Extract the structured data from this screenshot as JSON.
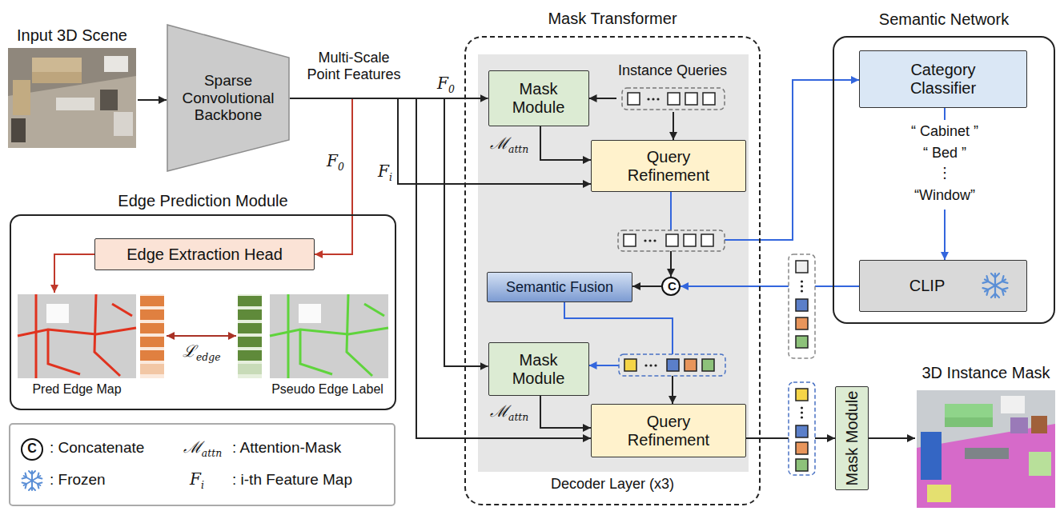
{
  "diagram": {
    "nodes": [
      {
        "text": [
          "Input 3D Scene"
        ]
      },
      {
        "text": [
          "Sparse Convolutional Backbone"
        ]
      },
      {
        "text": [
          "Mask Transformer",
          "Decoder Layer (x3)"
        ]
      },
      {
        "text": [
          "Mask Module"
        ],
        "in": 2
      },
      {
        "text": [
          "Instance Queries"
        ],
        "in": 2
      },
      {
        "text": [
          "Query Refinement"
        ],
        "in": 2
      },
      {
        "text": [
          "C"
        ],
        "in": 2
      },
      {
        "text": [
          "Semantic Fusion"
        ],
        "in": 2
      },
      {
        "text": [
          "Mask Module"
        ],
        "in": 2
      },
      {
        "text": [
          "Query Refinement"
        ],
        "in": 2
      },
      {
        "text": [
          "Semantic Network"
        ]
      },
      {
        "text": [
          "Category Classifier"
        ],
        "in": 10
      },
      {
        "text": [
          "CLIP"
        ],
        "in": 10
      },
      {
        "text": [
          "Edge Prediction Module"
        ]
      },
      {
        "text": [
          "Edge Extraction Head"
        ],
        "in": 13
      },
      {
        "text": [
          "Pred Edge Map"
        ],
        "in": 13
      },
      {
        "text": [
          "Pseudo Edge Label"
        ],
        "in": 13
      },
      {
        "text": [
          "Mask Module"
        ]
      },
      {
        "text": [
          "3D Instance Mask"
        ]
      }
    ],
    "edges": [
      {
        "from": 0,
        "to": 1,
        "arrow": "to"
      },
      {
        "from": 1,
        "to": 3,
        "arrow": "to",
        "label": "F0"
      },
      {
        "from": 1,
        "to": 5,
        "arrow": "to",
        "label": "Fi"
      },
      {
        "from": 1,
        "to": 8,
        "arrow": "to"
      },
      {
        "from": 1,
        "to": 9,
        "arrow": "to"
      },
      {
        "from": 1,
        "to": 14,
        "arrow": "to",
        "label": "F0"
      },
      {
        "from": 4,
        "to": 3,
        "arrow": "to"
      },
      {
        "from": 4,
        "to": 5,
        "arrow": "to"
      },
      {
        "from": 3,
        "to": 5,
        "arrow": "to",
        "label": "ℳattn"
      },
      {
        "from": 5,
        "to": 6,
        "arrow": "to"
      },
      {
        "from": 5,
        "to": 11,
        "arrow": "to"
      },
      {
        "from": 11,
        "to": 12,
        "arrow": "to"
      },
      {
        "from": 12,
        "to": 6,
        "arrow": "to"
      },
      {
        "from": 6,
        "to": 7,
        "arrow": "to"
      },
      {
        "from": 7,
        "to": 8,
        "arrow": "to"
      },
      {
        "from": 7,
        "to": 9,
        "arrow": "to"
      },
      {
        "from": 8,
        "to": 9,
        "arrow": "to",
        "label": "ℳattn"
      },
      {
        "from": 9,
        "to": 17,
        "arrow": "to"
      },
      {
        "from": 17,
        "to": 18,
        "arrow": "to"
      },
      {
        "from": 14,
        "to": 15,
        "arrow": "to"
      },
      {
        "from": 15,
        "to": 16,
        "arrow": "both",
        "label": "ℒedge"
      }
    ],
    "labels": [
      "Multi-Scale Point Features",
      "“ Cabinet ”",
      "“ Bed ”",
      "⋮",
      "“Window”",
      "C",
      "ℳattn",
      "Fi"
    ],
    "legend": [
      {
        "text": ": Concatenate"
      },
      {
        "text": ": Attention-Mask"
      },
      {
        "text": ": Frozen"
      },
      {
        "text": ": i-th Feature Map"
      }
    ]
  }
}
